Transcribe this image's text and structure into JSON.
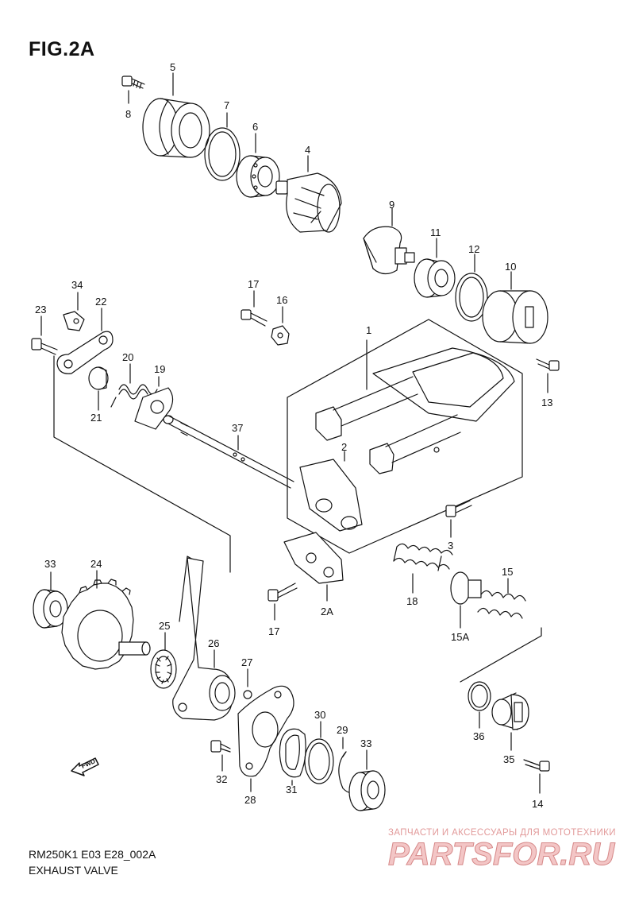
{
  "figure": {
    "title": "FIG.2A",
    "model_code": "RM250K1 E03 E28_002A",
    "section_name": "EXHAUST VALVE"
  },
  "direction_marker": {
    "label": "FWD"
  },
  "watermark": {
    "tagline": "ЗАПЧАСТИ И АКСЕССУАРЫ ДЛЯ МОТОТЕХНИКИ",
    "logo_text": "PARTSFOR.RU"
  },
  "callouts": {
    "c1": "1",
    "c2": "2",
    "c2a": "2A",
    "c3": "3",
    "c4": "4",
    "c5": "5",
    "c6": "6",
    "c7": "7",
    "c8": "8",
    "c9": "9",
    "c10": "10",
    "c11": "11",
    "c12": "12",
    "c13": "13",
    "c14": "14",
    "c15": "15",
    "c15a": "15A",
    "c16": "16",
    "c17a": "17",
    "c17b": "17",
    "c18": "18",
    "c19": "19",
    "c20": "20",
    "c21": "21",
    "c22": "22",
    "c23": "23",
    "c24": "24",
    "c25": "25",
    "c26": "26",
    "c27": "27",
    "c28": "28",
    "c29": "29",
    "c30": "30",
    "c31": "31",
    "c32": "32",
    "c33a": "33",
    "c33b": "33",
    "c34": "34",
    "c35": "35",
    "c36": "36",
    "c37": "37"
  },
  "colors": {
    "ink": "#111111",
    "watermark": "#e29a9a"
  }
}
